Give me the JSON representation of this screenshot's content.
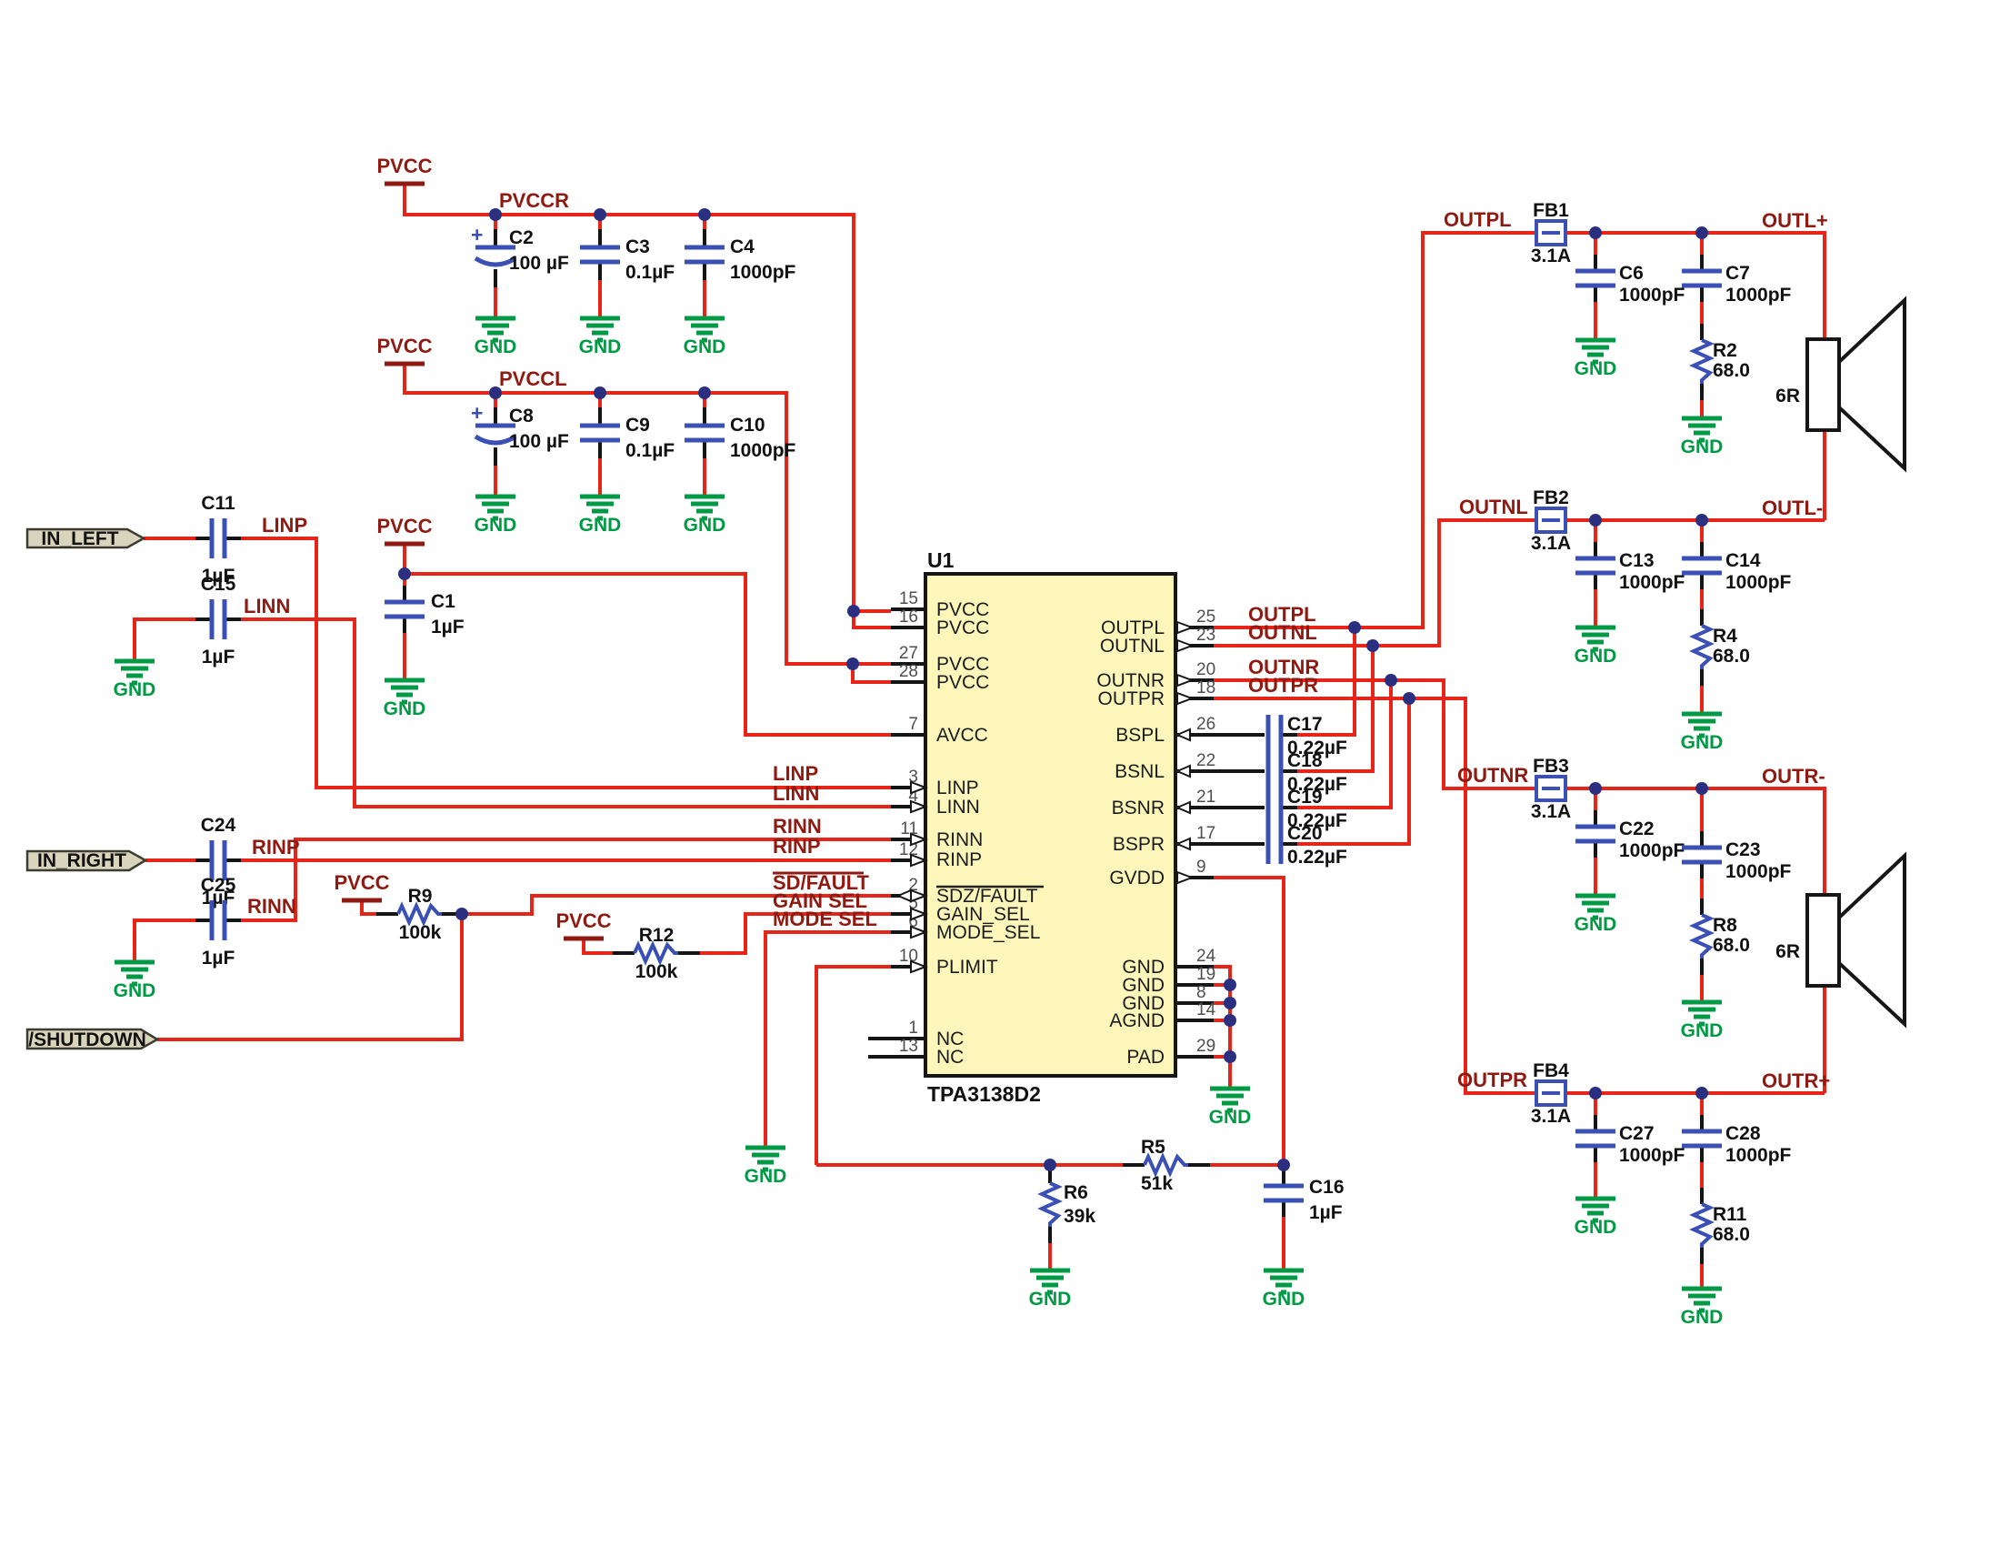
{
  "diagram": {
    "ic": {
      "ref": "U1",
      "part": "TPA3138D2",
      "left_pins": [
        {
          "n": "15",
          "name": "PVCC"
        },
        {
          "n": "16",
          "name": "PVCC"
        },
        {
          "n": "27",
          "name": "PVCC"
        },
        {
          "n": "28",
          "name": "PVCC"
        },
        {
          "n": "7",
          "name": "AVCC"
        },
        {
          "n": "3",
          "name": "LINP"
        },
        {
          "n": "4",
          "name": "LINN"
        },
        {
          "n": "11",
          "name": "RINN"
        },
        {
          "n": "12",
          "name": "RINP"
        },
        {
          "n": "2",
          "name": "SDZ/FAULT"
        },
        {
          "n": "5",
          "name": "GAIN_SEL"
        },
        {
          "n": "6",
          "name": "MODE_SEL"
        },
        {
          "n": "10",
          "name": "PLIMIT"
        },
        {
          "n": "1",
          "name": "NC"
        },
        {
          "n": "13",
          "name": "NC"
        }
      ],
      "right_pins": [
        {
          "n": "25",
          "name": "OUTPL"
        },
        {
          "n": "23",
          "name": "OUTNL"
        },
        {
          "n": "20",
          "name": "OUTNR"
        },
        {
          "n": "18",
          "name": "OUTPR"
        },
        {
          "n": "26",
          "name": "BSPL"
        },
        {
          "n": "22",
          "name": "BSNL"
        },
        {
          "n": "21",
          "name": "BSNR"
        },
        {
          "n": "17",
          "name": "BSPR"
        },
        {
          "n": "9",
          "name": "GVDD"
        },
        {
          "n": "24",
          "name": "GND"
        },
        {
          "n": "19",
          "name": "GND"
        },
        {
          "n": "8",
          "name": "GND"
        },
        {
          "n": "14",
          "name": "AGND"
        },
        {
          "n": "29",
          "name": "PAD"
        }
      ]
    },
    "power": {
      "pvcc": "PVCC",
      "gnd": "GND"
    },
    "nets": {
      "pvccr": "PVCCR",
      "pvccl": "PVCCL",
      "linp": "LINP",
      "linn": "LINN",
      "rinp": "RINP",
      "rinn": "RINN",
      "sd_fault": "SD/FAULT",
      "gain_sel": "GAIN SEL",
      "mode_sel": "MODE SEL",
      "outpl": "OUTPL",
      "outnl": "OUTNL",
      "outnr": "OUTNR",
      "outpr": "OUTPR",
      "outl_pos": "OUTL+",
      "outl_neg": "OUTL-",
      "outr_neg": "OUTR-",
      "outr_pos": "OUTR+"
    },
    "connectors": {
      "in_left": "IN_LEFT",
      "in_right": "IN_RIGHT",
      "shutdown": "/SHUTDOWN"
    },
    "speakers": {
      "impedance": "6R"
    },
    "components": {
      "C1": {
        "ref": "C1",
        "value": "1µF"
      },
      "C2": {
        "ref": "C2",
        "value": "100 µF",
        "plus": "+"
      },
      "C3": {
        "ref": "C3",
        "value": "0.1µF"
      },
      "C4": {
        "ref": "C4",
        "value": "1000pF"
      },
      "C6": {
        "ref": "C6",
        "value": "1000pF"
      },
      "C7": {
        "ref": "C7",
        "value": "1000pF"
      },
      "C8": {
        "ref": "C8",
        "value": "100 µF",
        "plus": "+"
      },
      "C9": {
        "ref": "C9",
        "value": "0.1µF"
      },
      "C10": {
        "ref": "C10",
        "value": "1000pF"
      },
      "C11": {
        "ref": "C11",
        "value": "1µF"
      },
      "C13": {
        "ref": "C13",
        "value": "1000pF"
      },
      "C14": {
        "ref": "C14",
        "value": "1000pF"
      },
      "C15": {
        "ref": "C15",
        "value": "1µF"
      },
      "C16": {
        "ref": "C16",
        "value": "1µF"
      },
      "C17": {
        "ref": "C17",
        "value": "0.22µF"
      },
      "C18": {
        "ref": "C18",
        "value": "0.22µF"
      },
      "C19": {
        "ref": "C19",
        "value": "0.22µF"
      },
      "C20": {
        "ref": "C20",
        "value": "0.22µF"
      },
      "C22": {
        "ref": "C22",
        "value": "1000pF"
      },
      "C23": {
        "ref": "C23",
        "value": "1000pF"
      },
      "C24": {
        "ref": "C24",
        "value": "1µF"
      },
      "C25": {
        "ref": "C25",
        "value": "1µF"
      },
      "C27": {
        "ref": "C27",
        "value": "1000pF"
      },
      "C28": {
        "ref": "C28",
        "value": "1000pF"
      },
      "R2": {
        "ref": "R2",
        "value": "68.0"
      },
      "R4": {
        "ref": "R4",
        "value": "68.0"
      },
      "R5": {
        "ref": "R5",
        "value": "51k"
      },
      "R6": {
        "ref": "R6",
        "value": "39k"
      },
      "R8": {
        "ref": "R8",
        "value": "68.0"
      },
      "R9": {
        "ref": "R9",
        "value": "100k"
      },
      "R11": {
        "ref": "R11",
        "value": "68.0"
      },
      "R12": {
        "ref": "R12",
        "value": "100k"
      },
      "FB1": {
        "ref": "FB1",
        "value": "3.1A"
      },
      "FB2": {
        "ref": "FB2",
        "value": "3.1A"
      },
      "FB3": {
        "ref": "FB3",
        "value": "3.1A"
      },
      "FB4": {
        "ref": "FB4",
        "value": "3.1A"
      }
    },
    "colors": {
      "wire": "#e62417",
      "net_label": "#8e1a12",
      "component": "#3a50b4",
      "ground": "#009944",
      "junction": "#2b2f80",
      "ic_fill": "#fcf6bb"
    }
  }
}
